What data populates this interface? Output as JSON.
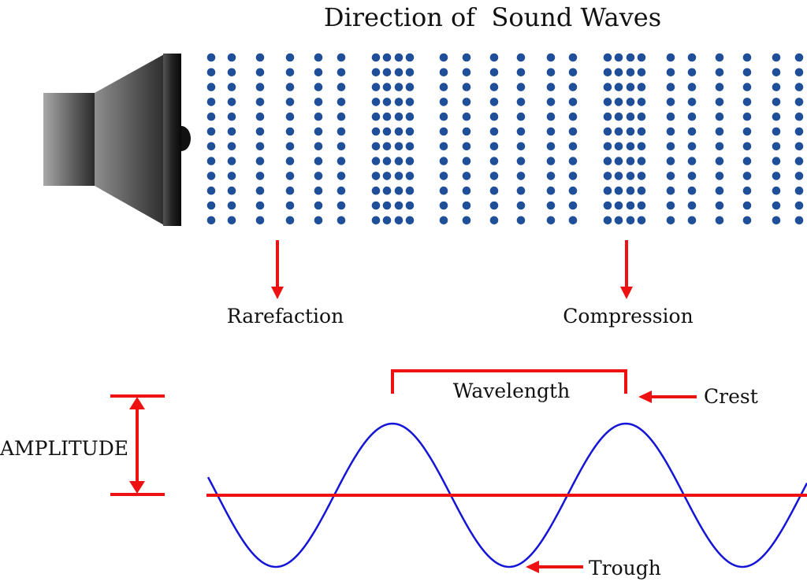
{
  "title": "Direction of  Sound Waves",
  "labels": {
    "rarefaction": "Rarefaction",
    "compression": "Compression",
    "wavelength": "Wavelength",
    "crest": "Crest",
    "trough": "Trough",
    "amplitude": "AMPLITUDE"
  },
  "colors": {
    "particle": "#1f4f99",
    "annotation": "#ee1111",
    "wave": "#1515d8",
    "speaker_dark": "#1a1a1a",
    "speaker_light": "#9a9a9a"
  },
  "icons": {
    "speaker": "loudspeaker-icon",
    "arrow": "red-arrow"
  }
}
